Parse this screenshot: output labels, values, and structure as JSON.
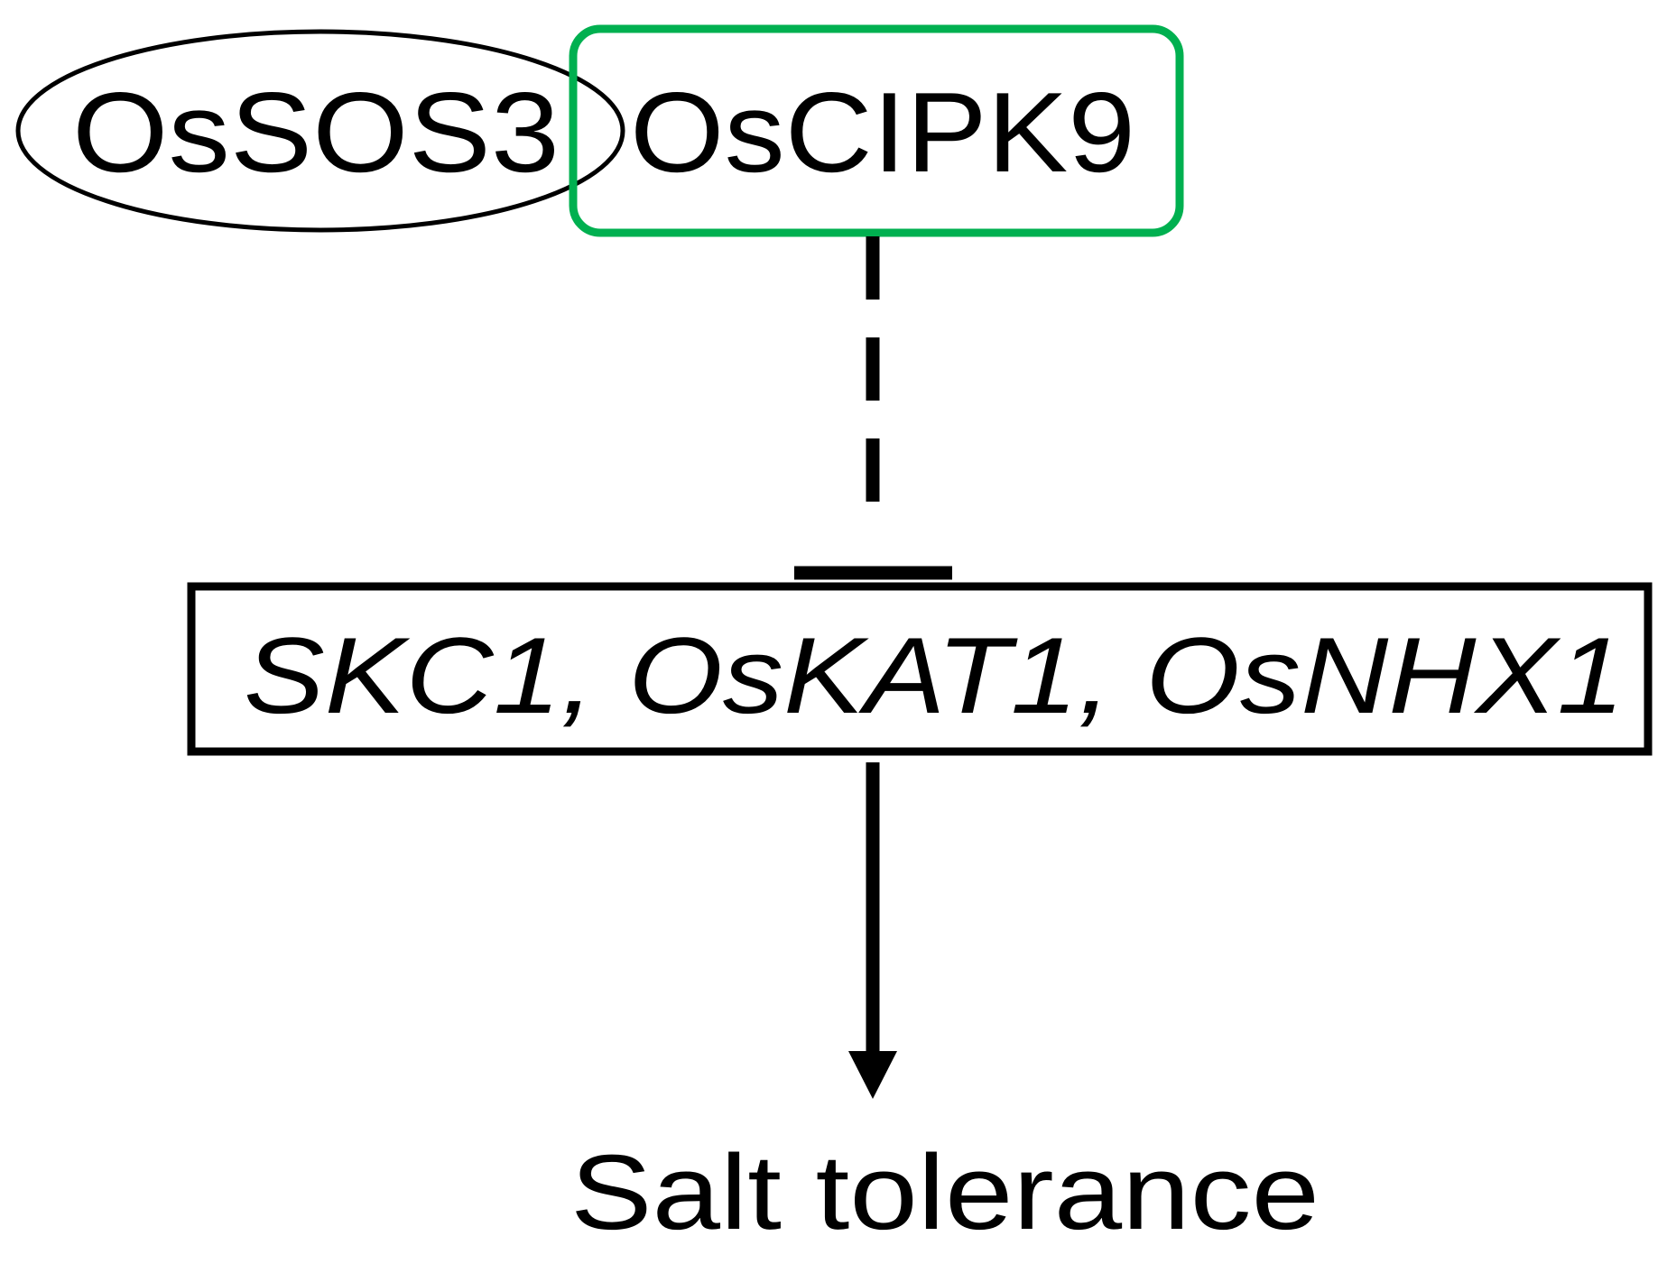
{
  "nodes": {
    "sos3": {
      "label": "OsSOS3",
      "shape": "ellipse",
      "stroke": "#000000"
    },
    "cipk9": {
      "label": "OsCIPK9",
      "shape": "rounded-rectangle",
      "stroke": "#00b050"
    },
    "targets": {
      "label": "SKC1, OsKAT1, OsNHX1",
      "shape": "rectangle",
      "stroke": "#000000",
      "italic": true
    },
    "outcome": {
      "label": "Salt tolerance",
      "shape": "none"
    }
  },
  "edges": [
    {
      "from": "cipk9",
      "to": "targets",
      "style": "dashed",
      "type": "inhibition"
    },
    {
      "from": "targets",
      "to": "outcome",
      "style": "solid",
      "type": "activation"
    }
  ],
  "colors": {
    "line": "#000000",
    "accent": "#00b050",
    "background": "#ffffff"
  }
}
